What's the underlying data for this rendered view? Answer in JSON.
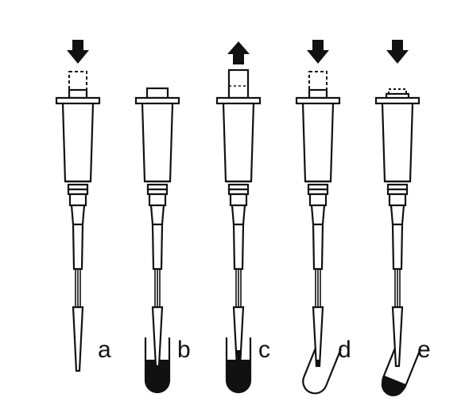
{
  "figure": {
    "steps": [
      {
        "label": "a",
        "arrow": "down",
        "plunger": "first-stop",
        "liquid": "none",
        "tube": "none"
      },
      {
        "label": "b",
        "arrow": "none",
        "plunger": "rest",
        "liquid": "tube",
        "tube": "upright"
      },
      {
        "label": "c",
        "arrow": "up",
        "plunger": "raised",
        "liquid": "tube-and-tip",
        "tube": "upright"
      },
      {
        "label": "d",
        "arrow": "down",
        "plunger": "first-stop",
        "liquid": "drop",
        "tube": "tilted"
      },
      {
        "label": "e",
        "arrow": "down",
        "plunger": "second-stop",
        "liquid": "tube",
        "tube": "tilted"
      }
    ],
    "colors": {
      "ink": "#111111",
      "liquid": "#111111",
      "background": "#ffffff"
    }
  }
}
